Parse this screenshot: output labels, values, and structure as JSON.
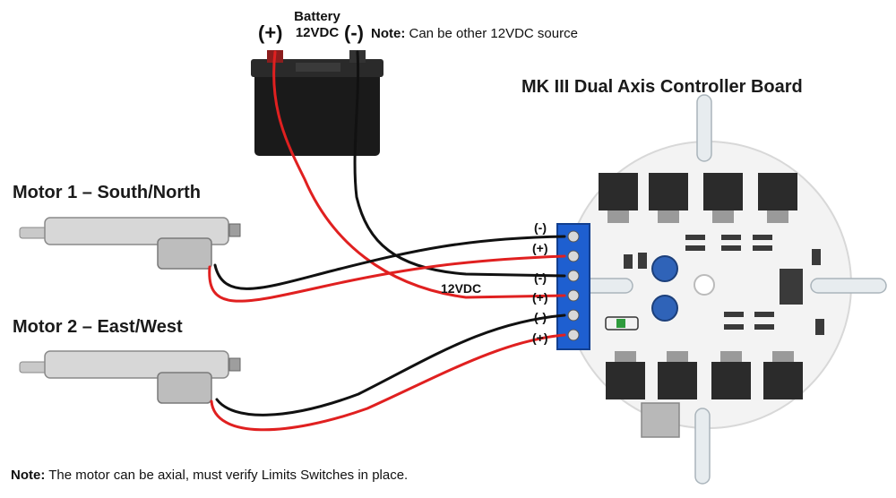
{
  "battery": {
    "label_line1": "Battery",
    "label_line2": "12VDC",
    "positive": "(+)",
    "negative": "(-)",
    "note_bold": "Note:",
    "note_text": "Can be other 12VDC source"
  },
  "controller": {
    "title": "MK III Dual Axis Controller Board"
  },
  "motor1": {
    "title": "Motor 1 – South/North"
  },
  "motor2": {
    "title": "Motor 2 – East/West"
  },
  "terminals": {
    "t1": "(-)",
    "t2": "(+)",
    "t3": "(-)",
    "t4": "(+)",
    "t5": "(-)",
    "t6": "(+)",
    "supply_label": "12VDC"
  },
  "footer": {
    "note_bold": "Note:",
    "note_text": "The motor can be axial, must verify Limits Switches in place."
  },
  "colors": {
    "positive_wire": "#e02020",
    "negative_wire": "#111111",
    "terminal_block": "#1e5fd0"
  }
}
